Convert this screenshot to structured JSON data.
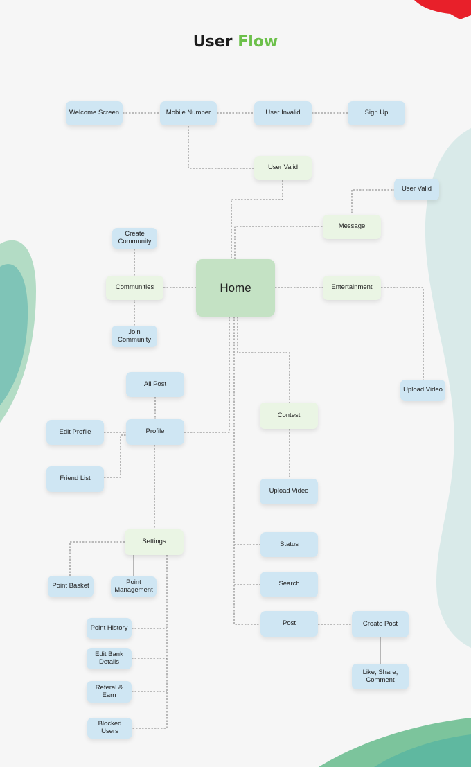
{
  "title": {
    "main": "User",
    "accent": "Flow"
  },
  "colors": {
    "title": "#1c1c1c",
    "accent": "#6cc04a",
    "blue_node": "#cfe6f3",
    "light_green_node": "#eaf5e4",
    "home_node": "#c4e2c4",
    "connector": "#555555"
  },
  "nodes": {
    "welcome_screen": "Welcome Screen",
    "mobile_number": "Mobile Number",
    "user_invalid": "User Invalid",
    "sign_up": "Sign Up",
    "user_valid_top": "User Valid",
    "user_valid_msg": "User Valid",
    "message": "Message",
    "create_community": "Create Community",
    "communities": "Communities",
    "home": "Home",
    "entertainment": "Entertainment",
    "join_community": "Join Community",
    "upload_video_right": "Upload Video",
    "all_post": "All Post",
    "profile": "Profile",
    "edit_profile": "Edit Profile",
    "friend_list": "Friend List",
    "contest": "Contest",
    "upload_video_contest": "Upload Video",
    "settings": "Settings",
    "point_basket": "Point Basket",
    "point_management": "Point Management",
    "status": "Status",
    "search": "Search",
    "post": "Post",
    "create_post": "Create Post",
    "like_share_comment": "Like, Share, Comment",
    "point_history": "Point History",
    "edit_bank_details": "Edit Bank Details",
    "referal_earn": "Referal & Earn",
    "blocked_users": "Blocked Users"
  }
}
